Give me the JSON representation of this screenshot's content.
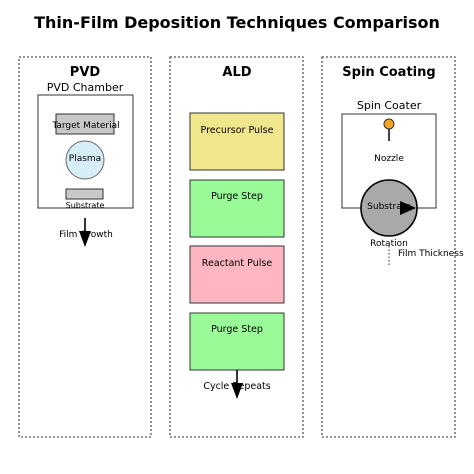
{
  "title": "Thin-Film Deposition Techniques Comparison",
  "pvd": {
    "heading": "PVD",
    "chamber_label": "PVD Chamber",
    "target_label": "Target Material",
    "plasma_label": "Plasma",
    "substrate_label": "Substrate",
    "growth_label": "Film Growth"
  },
  "ald": {
    "heading": "ALD",
    "steps": [
      {
        "label": "Precursor Pulse",
        "color": "#f0e68c"
      },
      {
        "label": "Purge Step",
        "color": "#98fb98"
      },
      {
        "label": "Reactant Pulse",
        "color": "#ffb6c1"
      },
      {
        "label": "Purge Step",
        "color": "#98fb98"
      }
    ],
    "repeat_label": "Cycle Repeats"
  },
  "spin": {
    "heading": "Spin Coating",
    "coater_label": "Spin Coater",
    "nozzle_label": "Nozzle",
    "substrate_label": "Substrate",
    "rotation_label": "Rotation",
    "thickness_label": "Film Thickness"
  },
  "colors": {
    "plasma_fill": "#d8eef6",
    "nozzle_fill": "#f5a623",
    "block_fill": "#c8c8c8",
    "disk_fill": "#a9a9a9"
  }
}
